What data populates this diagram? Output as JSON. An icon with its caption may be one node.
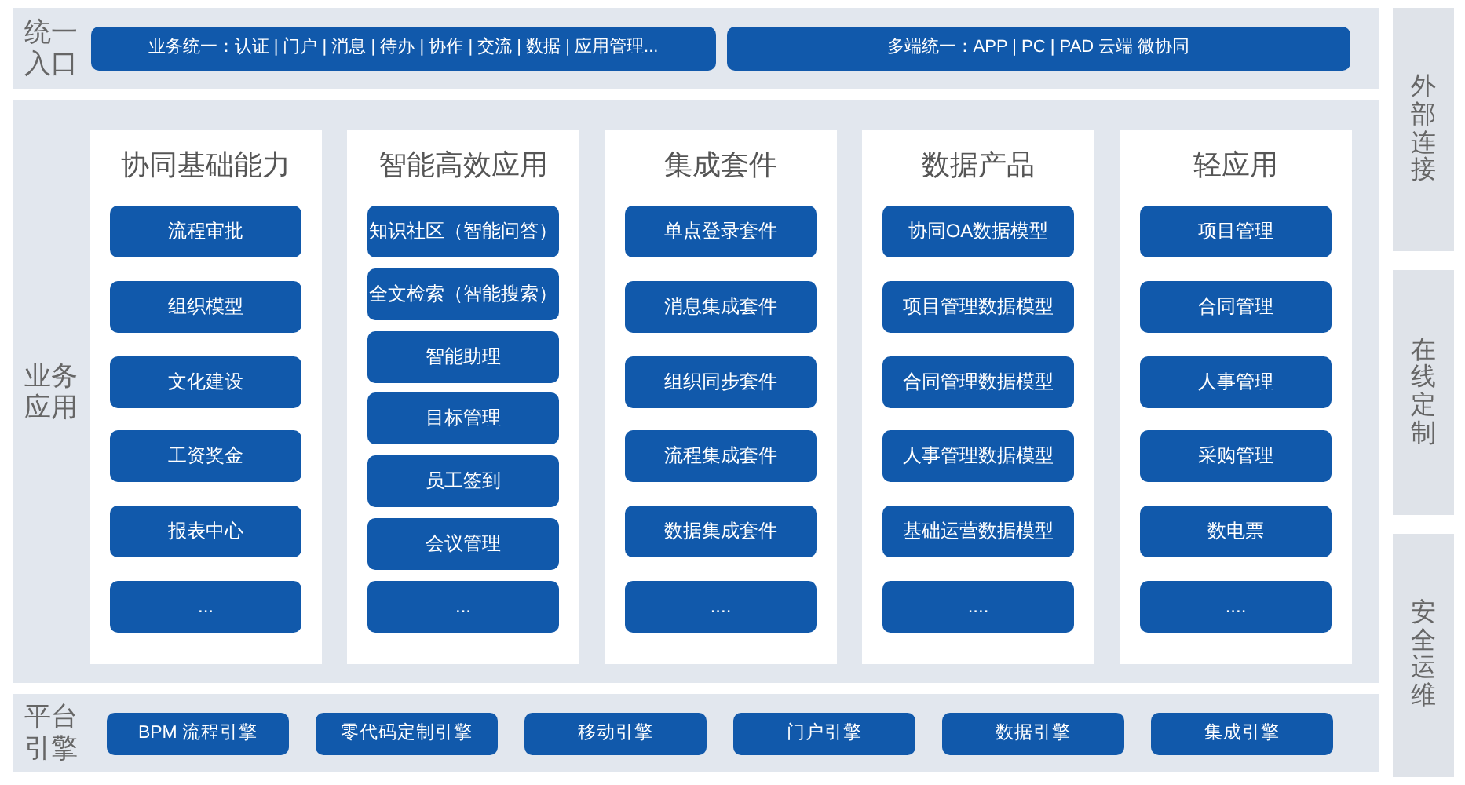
{
  "diagram": {
    "nodes": [
      {
        "text": [
          "统一入口"
        ]
      },
      {
        "text": [
          "业务统一：认证 | 门户 | 消息 | 待办 | 协作 | 交流 | 数据 | 应用管理..."
        ],
        "in": 0
      },
      {
        "text": [
          "多端统一：APP | PC | PAD 云端 微协同"
        ],
        "in": 0
      },
      {
        "text": [
          "业务应用"
        ]
      },
      {
        "text": [
          "协同基础能力"
        ],
        "in": 3
      },
      {
        "text": [
          "流程审批"
        ],
        "in": 4
      },
      {
        "text": [
          "组织模型"
        ],
        "in": 4
      },
      {
        "text": [
          "文化建设"
        ],
        "in": 4
      },
      {
        "text": [
          "工资奖金"
        ],
        "in": 4
      },
      {
        "text": [
          "报表中心"
        ],
        "in": 4
      },
      {
        "text": [
          "..."
        ],
        "in": 4
      },
      {
        "text": [
          "智能高效应用"
        ],
        "in": 3
      },
      {
        "text": [
          "知识社区（智能问答）"
        ],
        "in": 11
      },
      {
        "text": [
          "全文检索（智能搜索）"
        ],
        "in": 11
      },
      {
        "text": [
          "智能助理"
        ],
        "in": 11
      },
      {
        "text": [
          "目标管理"
        ],
        "in": 11
      },
      {
        "text": [
          "员工签到"
        ],
        "in": 11
      },
      {
        "text": [
          "会议管理"
        ],
        "in": 11
      },
      {
        "text": [
          "..."
        ],
        "in": 11
      },
      {
        "text": [
          "集成套件"
        ],
        "in": 3
      },
      {
        "text": [
          "单点登录套件"
        ],
        "in": 19
      },
      {
        "text": [
          "消息集成套件"
        ],
        "in": 19
      },
      {
        "text": [
          "组织同步套件"
        ],
        "in": 19
      },
      {
        "text": [
          "流程集成套件"
        ],
        "in": 19
      },
      {
        "text": [
          "数据集成套件"
        ],
        "in": 19
      },
      {
        "text": [
          "...."
        ],
        "in": 19
      },
      {
        "text": [
          "数据产品"
        ],
        "in": 3
      },
      {
        "text": [
          "协同OA数据模型"
        ],
        "in": 26
      },
      {
        "text": [
          "项目管理数据模型"
        ],
        "in": 26
      },
      {
        "text": [
          "合同管理数据模型"
        ],
        "in": 26
      },
      {
        "text": [
          "人事管理数据模型"
        ],
        "in": 26
      },
      {
        "text": [
          "基础运营数据模型"
        ],
        "in": 26
      },
      {
        "text": [
          "...."
        ],
        "in": 26
      },
      {
        "text": [
          "轻应用"
        ],
        "in": 3
      },
      {
        "text": [
          "项目管理"
        ],
        "in": 33
      },
      {
        "text": [
          "合同管理"
        ],
        "in": 33
      },
      {
        "text": [
          "人事管理"
        ],
        "in": 33
      },
      {
        "text": [
          "采购管理"
        ],
        "in": 33
      },
      {
        "text": [
          "数电票"
        ],
        "in": 33
      },
      {
        "text": [
          "...."
        ],
        "in": 33
      },
      {
        "text": [
          "平台引擎"
        ]
      },
      {
        "text": [
          "BPM 流程引擎"
        ],
        "in": 40
      },
      {
        "text": [
          "零代码定制引擎"
        ],
        "in": 40
      },
      {
        "text": [
          "移动引擎"
        ],
        "in": 40
      },
      {
        "text": [
          "门户引擎"
        ],
        "in": 40
      },
      {
        "text": [
          "数据引擎"
        ],
        "in": 40
      },
      {
        "text": [
          "集成引擎"
        ],
        "in": 40
      },
      {
        "text": [
          "外部连接"
        ]
      },
      {
        "text": [
          "在线定制"
        ]
      },
      {
        "text": [
          "安全运维"
        ]
      }
    ]
  }
}
